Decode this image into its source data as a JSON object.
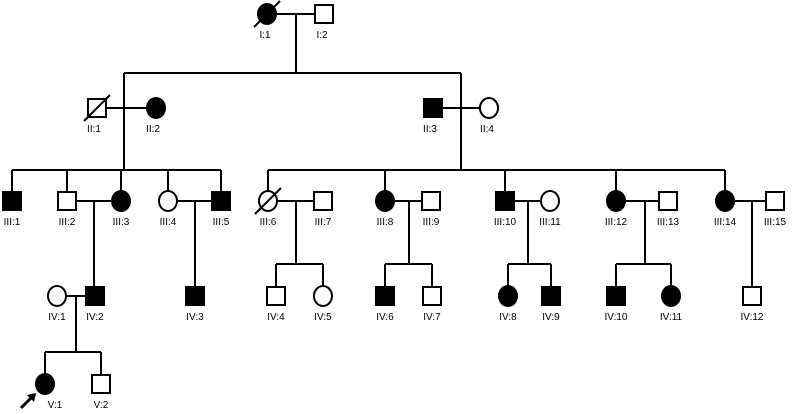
{
  "colors": {
    "affected": "#000000",
    "unaffected": "#ffffff",
    "line": "#000000"
  },
  "individuals": [
    {
      "id": "I1",
      "label": "I:1",
      "sex": "female",
      "affected": true,
      "deceased": true
    },
    {
      "id": "I2",
      "label": "I:2",
      "sex": "male",
      "affected": false,
      "deceased": false
    },
    {
      "id": "II1",
      "label": "II:1",
      "sex": "male",
      "affected": false,
      "deceased": true
    },
    {
      "id": "II2",
      "label": "II:2",
      "sex": "female",
      "affected": true,
      "deceased": false
    },
    {
      "id": "II3",
      "label": "II:3",
      "sex": "male",
      "affected": true,
      "deceased": false
    },
    {
      "id": "II4",
      "label": "II:4",
      "sex": "female",
      "affected": false,
      "deceased": false
    },
    {
      "id": "III1",
      "label": "III:1",
      "sex": "male",
      "affected": true,
      "deceased": false
    },
    {
      "id": "III2",
      "label": "III:2",
      "sex": "male",
      "affected": false,
      "deceased": false
    },
    {
      "id": "III3",
      "label": "III:3",
      "sex": "female",
      "affected": true,
      "deceased": false
    },
    {
      "id": "III4",
      "label": "III:4",
      "sex": "female",
      "affected": false,
      "deceased": false
    },
    {
      "id": "III5",
      "label": "III:5",
      "sex": "male",
      "affected": true,
      "deceased": false
    },
    {
      "id": "III6",
      "label": "III:6",
      "sex": "female",
      "affected": false,
      "deceased": true
    },
    {
      "id": "III7",
      "label": "III:7",
      "sex": "male",
      "affected": false,
      "deceased": false
    },
    {
      "id": "III8",
      "label": "III:8",
      "sex": "female",
      "affected": true,
      "deceased": false
    },
    {
      "id": "III9",
      "label": "III:9",
      "sex": "male",
      "affected": false,
      "deceased": false
    },
    {
      "id": "III10",
      "label": "III:10",
      "sex": "male",
      "affected": true,
      "deceased": false
    },
    {
      "id": "III11",
      "label": "III:11",
      "sex": "female",
      "affected": false,
      "deceased": false
    },
    {
      "id": "III12",
      "label": "III:12",
      "sex": "female",
      "affected": true,
      "deceased": false
    },
    {
      "id": "III13",
      "label": "III:13",
      "sex": "male",
      "affected": false,
      "deceased": false
    },
    {
      "id": "III14",
      "label": "III:14",
      "sex": "female",
      "affected": true,
      "deceased": false
    },
    {
      "id": "III15",
      "label": "III:15",
      "sex": "male",
      "affected": false,
      "deceased": false
    },
    {
      "id": "IV1",
      "label": "IV:1",
      "sex": "female",
      "affected": false,
      "deceased": false
    },
    {
      "id": "IV2",
      "label": "IV:2",
      "sex": "male",
      "affected": true,
      "deceased": false
    },
    {
      "id": "IV3",
      "label": "IV:3",
      "sex": "male",
      "affected": true,
      "deceased": false
    },
    {
      "id": "IV4",
      "label": "IV:4",
      "sex": "male",
      "affected": false,
      "deceased": false
    },
    {
      "id": "IV5",
      "label": "IV:5",
      "sex": "female",
      "affected": false,
      "deceased": false
    },
    {
      "id": "IV6",
      "label": "IV:6",
      "sex": "male",
      "affected": true,
      "deceased": false
    },
    {
      "id": "IV7",
      "label": "IV:7",
      "sex": "male",
      "affected": false,
      "deceased": false
    },
    {
      "id": "IV8",
      "label": "IV:8",
      "sex": "female",
      "affected": true,
      "deceased": false
    },
    {
      "id": "IV9",
      "label": "IV:9",
      "sex": "male",
      "affected": true,
      "deceased": false
    },
    {
      "id": "IV10",
      "label": "IV:10",
      "sex": "male",
      "affected": true,
      "deceased": false
    },
    {
      "id": "IV11",
      "label": "IV:11",
      "sex": "female",
      "affected": true,
      "deceased": false
    },
    {
      "id": "IV12",
      "label": "IV:12",
      "sex": "male",
      "affected": false,
      "deceased": false
    },
    {
      "id": "V1",
      "label": "V:1",
      "sex": "female",
      "affected": true,
      "deceased": false,
      "proband": true
    },
    {
      "id": "V2",
      "label": "V:2",
      "sex": "male",
      "affected": false,
      "deceased": false
    }
  ]
}
